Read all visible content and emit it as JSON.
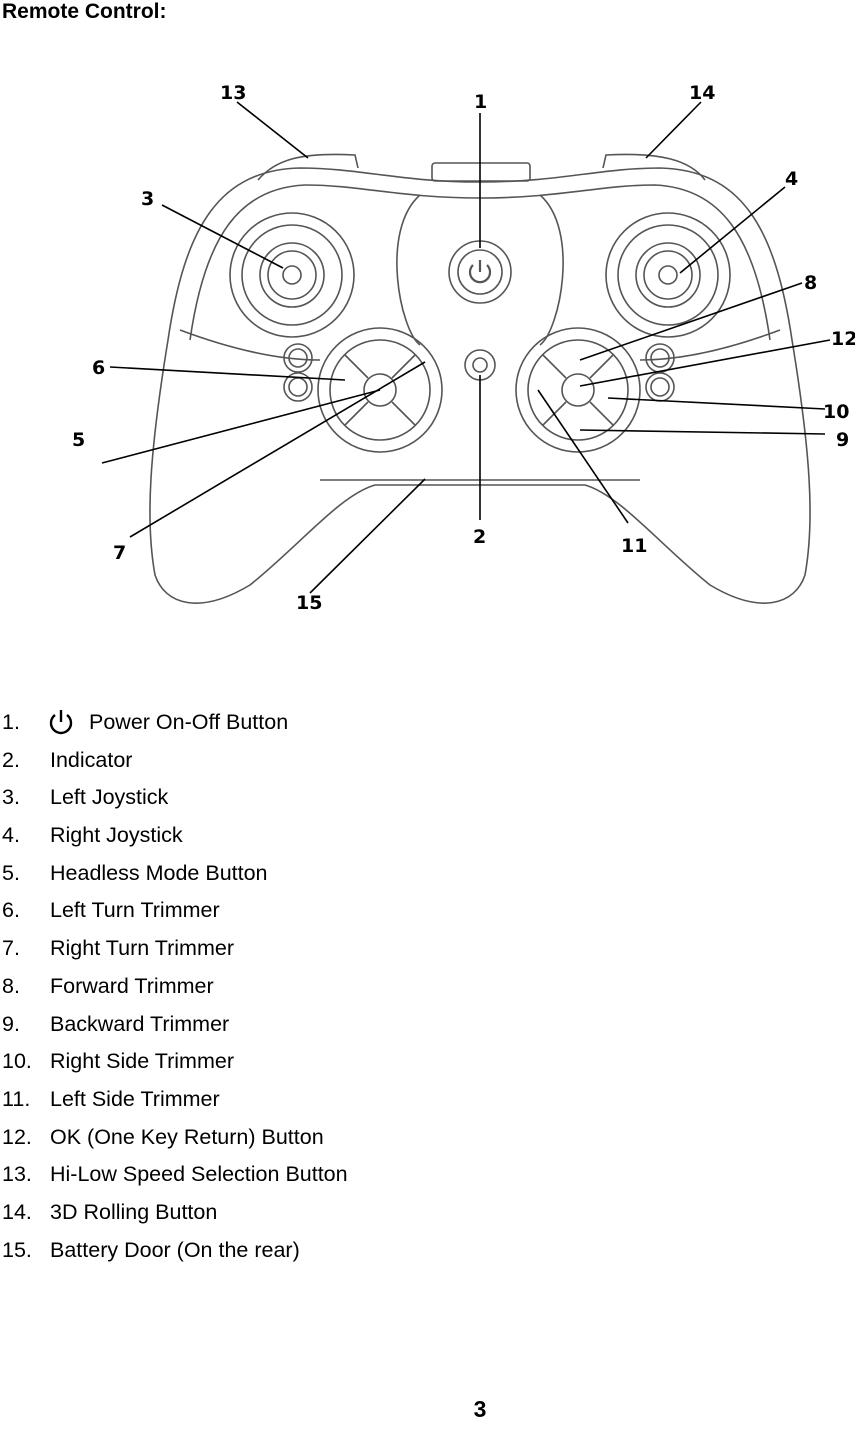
{
  "heading": "Remote Control:",
  "callouts": [
    "1",
    "2",
    "3",
    "4",
    "5",
    "6",
    "7",
    "8",
    "9",
    "10",
    "11",
    "12",
    "13",
    "14",
    "15"
  ],
  "parts": [
    {
      "num": "1.",
      "label": "Power On-Off Button",
      "icon": "power-icon"
    },
    {
      "num": "2.",
      "label": "Indicator"
    },
    {
      "num": "3.",
      "label": "Left Joystick"
    },
    {
      "num": "4.",
      "label": "Right Joystick"
    },
    {
      "num": "5.",
      "label": "Headless Mode Button"
    },
    {
      "num": "6.",
      "label": "Left Turn Trimmer"
    },
    {
      "num": "7.",
      "label": "Right Turn Trimmer"
    },
    {
      "num": "8.",
      "label": "Forward Trimmer"
    },
    {
      "num": "9.",
      "label": "Backward Trimmer"
    },
    {
      "num": "10.",
      "label": "Right Side Trimmer"
    },
    {
      "num": "11.",
      "label": "Left Side Trimmer"
    },
    {
      "num": "12.",
      "label": "OK (One Key Return) Button"
    },
    {
      "num": "13.",
      "label": "Hi-Low Speed Selection Button"
    },
    {
      "num": "14.",
      "label": "3D Rolling Button"
    },
    {
      "num": "15.",
      "label": "Battery Door (On the rear)"
    }
  ],
  "page_number": "3"
}
